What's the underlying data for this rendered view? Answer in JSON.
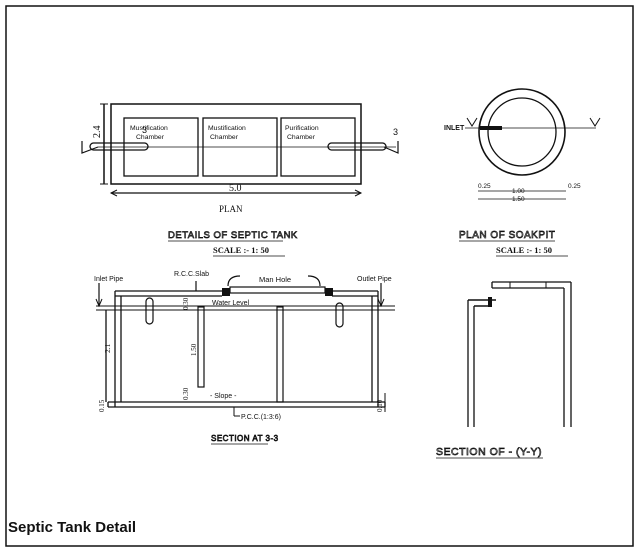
{
  "title": "Septic Tank Detail",
  "plan": {
    "dim_height": "2.4",
    "dim_width": "5.0",
    "label": "PLAN",
    "section_mark_left": "3",
    "section_mark_right": "3",
    "chambers": [
      "Mustification Chamber",
      "Mustification Chamber",
      "Purification Chamber"
    ]
  },
  "details_caption": "DETAILS OF SEPTIC TANK",
  "details_scale": "SCALE :- 1: 50",
  "soakpit": {
    "inlet": "INLET",
    "marker_left": "Y",
    "marker_right": "Y",
    "dim_wall_left": "0.25",
    "dim_inner": "1.00",
    "dim_wall_right": "0.25",
    "dim_outer": "1.50",
    "caption": "PLAN OF SOAKPIT",
    "scale": "SCALE :- 1: 50"
  },
  "section33": {
    "inlet_pipe": "Inlet Pipe",
    "rcc_slab": "R.C.C.Slab",
    "man_hole": "Man Hole",
    "outlet_pipe": "Outlet Pipe",
    "water_level": "Water Level",
    "dim_030_top": "0.30",
    "dim_21": "2.1",
    "dim_150": "1.50",
    "dim_030_bottom": "0.30",
    "dim_015": "0.15",
    "dim_010": "0.10",
    "slope": "- Slope -",
    "pcc": "P.C.C.(1:3:6)",
    "caption": "SECTION AT 3-3"
  },
  "sectionYY": {
    "caption": "SECTION OF - (Y-Y)"
  }
}
